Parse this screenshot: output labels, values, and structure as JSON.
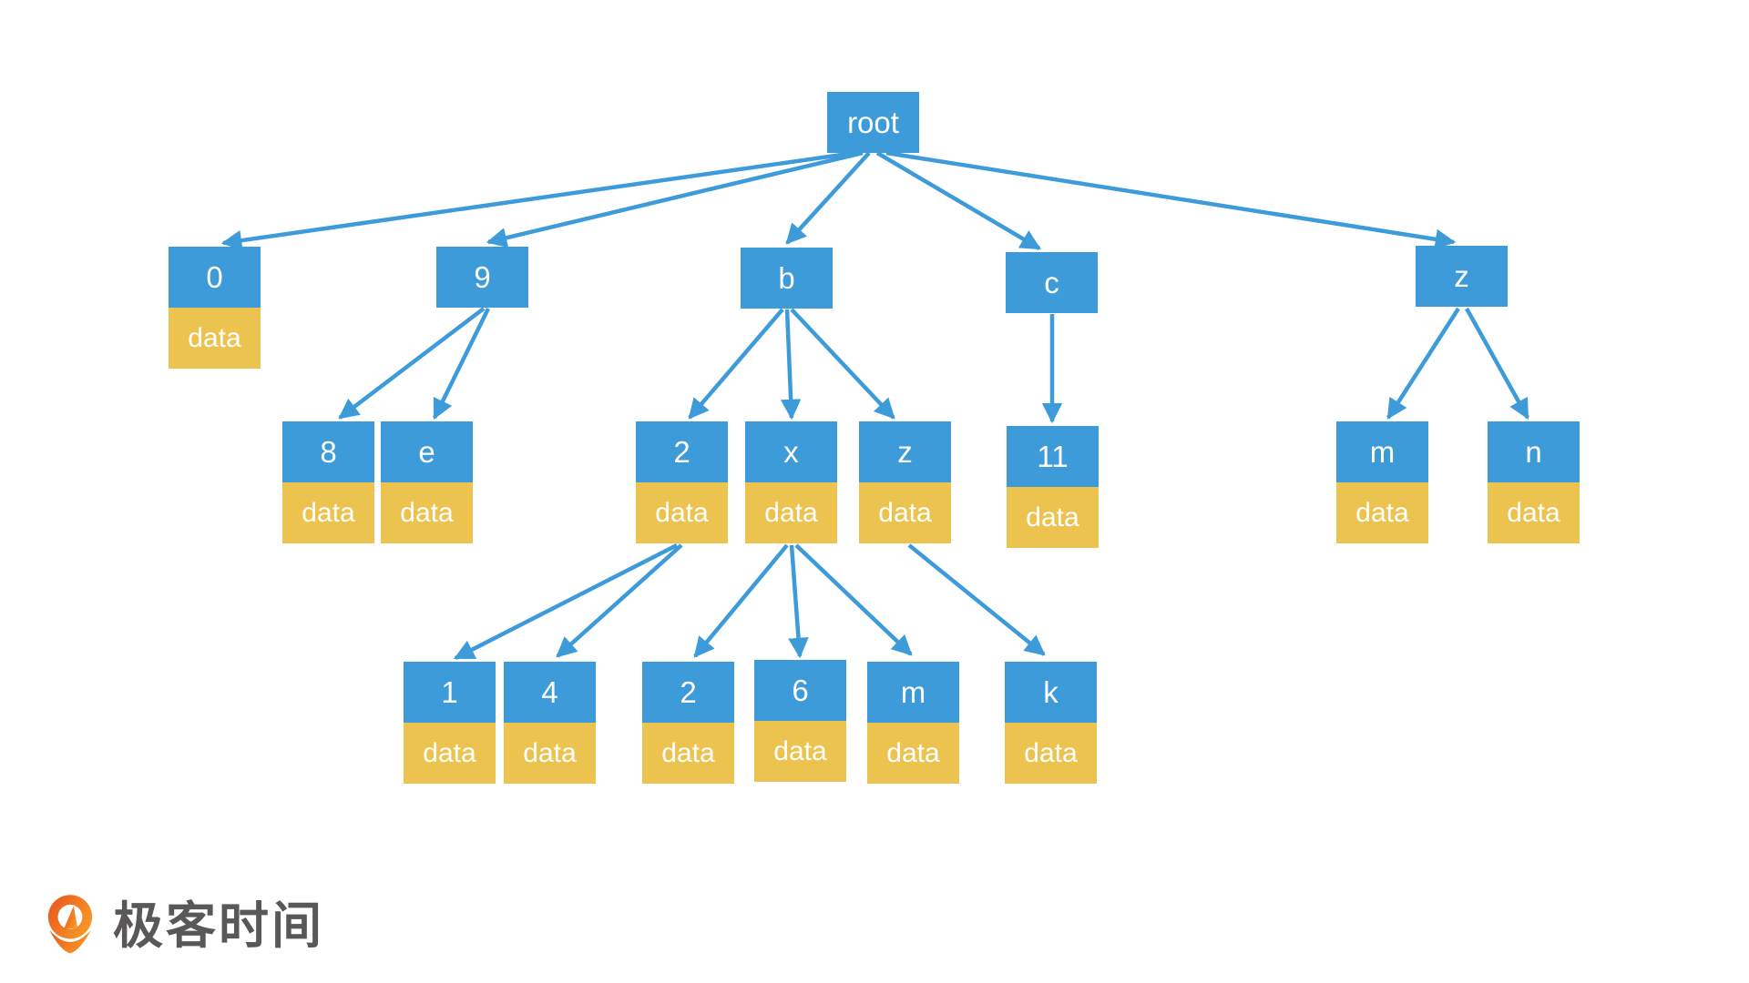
{
  "diagram": {
    "type": "trie-tree",
    "levels": 4,
    "node_count": 20
  },
  "nodes": [
    {
      "id": "root",
      "label": "root"
    },
    {
      "id": "l1-0",
      "label": "0",
      "data_label": "data"
    },
    {
      "id": "l1-9",
      "label": "9"
    },
    {
      "id": "l1-b",
      "label": "b"
    },
    {
      "id": "l1-c",
      "label": "c"
    },
    {
      "id": "l1-z",
      "label": "z"
    },
    {
      "id": "l2-8",
      "label": "8",
      "data_label": "data"
    },
    {
      "id": "l2-e",
      "label": "e",
      "data_label": "data"
    },
    {
      "id": "l2-2",
      "label": "2",
      "data_label": "data"
    },
    {
      "id": "l2-x",
      "label": "x",
      "data_label": "data"
    },
    {
      "id": "l2-z",
      "label": "z",
      "data_label": "data"
    },
    {
      "id": "l2-11",
      "label": "11",
      "data_label": "data"
    },
    {
      "id": "l2-m",
      "label": "m",
      "data_label": "data"
    },
    {
      "id": "l2-n",
      "label": "n",
      "data_label": "data"
    },
    {
      "id": "l3-1",
      "label": "1",
      "data_label": "data"
    },
    {
      "id": "l3-4",
      "label": "4",
      "data_label": "data"
    },
    {
      "id": "l3-2",
      "label": "2",
      "data_label": "data"
    },
    {
      "id": "l3-6",
      "label": "6",
      "data_label": "data"
    },
    {
      "id": "l3-m",
      "label": "m",
      "data_label": "data"
    },
    {
      "id": "l3-k",
      "label": "k",
      "data_label": "data"
    }
  ],
  "edges": [
    {
      "from": "root",
      "to": "l1-0"
    },
    {
      "from": "root",
      "to": "l1-9"
    },
    {
      "from": "root",
      "to": "l1-b"
    },
    {
      "from": "root",
      "to": "l1-c"
    },
    {
      "from": "root",
      "to": "l1-z"
    },
    {
      "from": "l1-9",
      "to": "l2-8"
    },
    {
      "from": "l1-9",
      "to": "l2-e"
    },
    {
      "from": "l1-b",
      "to": "l2-2"
    },
    {
      "from": "l1-b",
      "to": "l2-x"
    },
    {
      "from": "l1-b",
      "to": "l2-z"
    },
    {
      "from": "l1-c",
      "to": "l2-11"
    },
    {
      "from": "l1-z",
      "to": "l2-m"
    },
    {
      "from": "l1-z",
      "to": "l2-n"
    },
    {
      "from": "l2-2",
      "to": "l3-1"
    },
    {
      "from": "l2-2",
      "to": "l3-4"
    },
    {
      "from": "l2-x",
      "to": "l3-2"
    },
    {
      "from": "l2-x",
      "to": "l3-6"
    },
    {
      "from": "l2-x",
      "to": "l3-m"
    },
    {
      "from": "l2-z",
      "to": "l3-k"
    }
  ],
  "logo": {
    "text": "极客时间",
    "icon": "geektime-q-pin-icon"
  },
  "colors": {
    "node_blue": "#3D9BDA",
    "node_yellow": "#EDC34F",
    "arrow_blue": "#3D9BDA",
    "node_text": "#FFFFFF",
    "logo_orange_dark": "#E9591F",
    "logo_orange_light": "#F99C27",
    "logo_text_color": "#595757",
    "background": "#FFFFFF"
  }
}
